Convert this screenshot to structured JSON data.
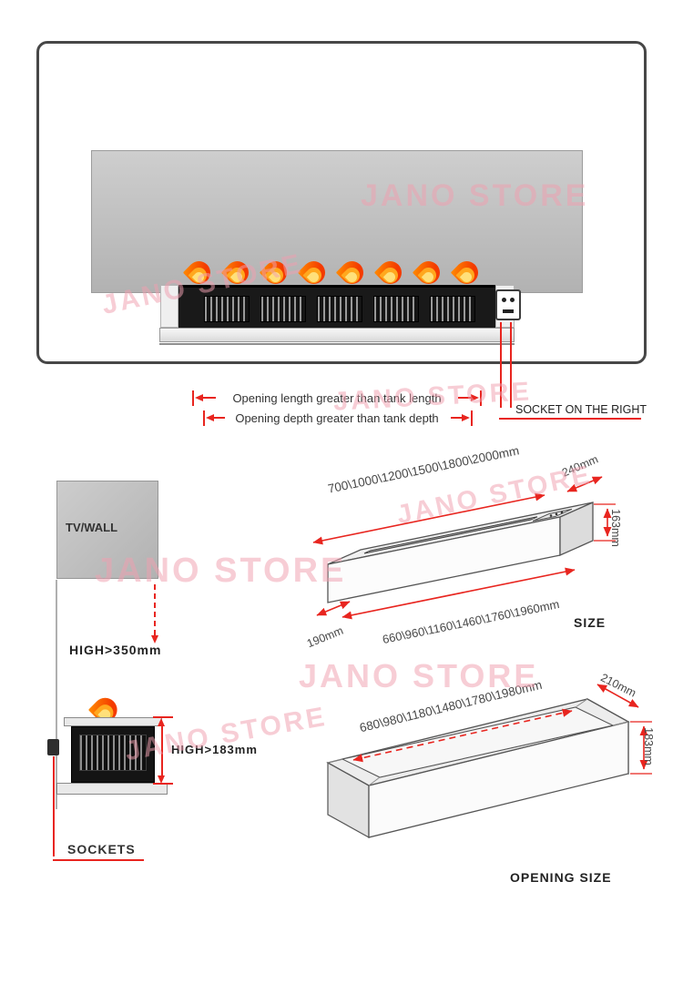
{
  "watermark": {
    "text": "JANO STORE"
  },
  "colors": {
    "dimension_red": "#e8251f",
    "watermark_pink": "#f0a0b0"
  },
  "installation": {
    "note_length": "Opening length greater than tank length",
    "note_depth": "Opening depth greater than tank depth",
    "socket_note": "SOCKET ON THE RIGHT"
  },
  "wall_layout": {
    "tv_wall": "TV/WALL",
    "min_height_wall": "HIGH>350mm",
    "min_height_insert": "HIGH>183mm",
    "sockets": "SOCKETS"
  },
  "size_diagram": {
    "label": "SIZE",
    "top_lengths": "700\\1000\\1200\\1500\\1800\\2000mm",
    "depth": "240mm",
    "height": "163mm",
    "side_depth": "190mm",
    "bottom_lengths": "660\\960\\1160\\1460\\1760\\1960mm"
  },
  "opening_diagram": {
    "label": "OPENING SIZE",
    "lengths": "680\\980\\1180\\1480\\1780\\1980mm",
    "depth": "210mm",
    "height": "183mm"
  }
}
